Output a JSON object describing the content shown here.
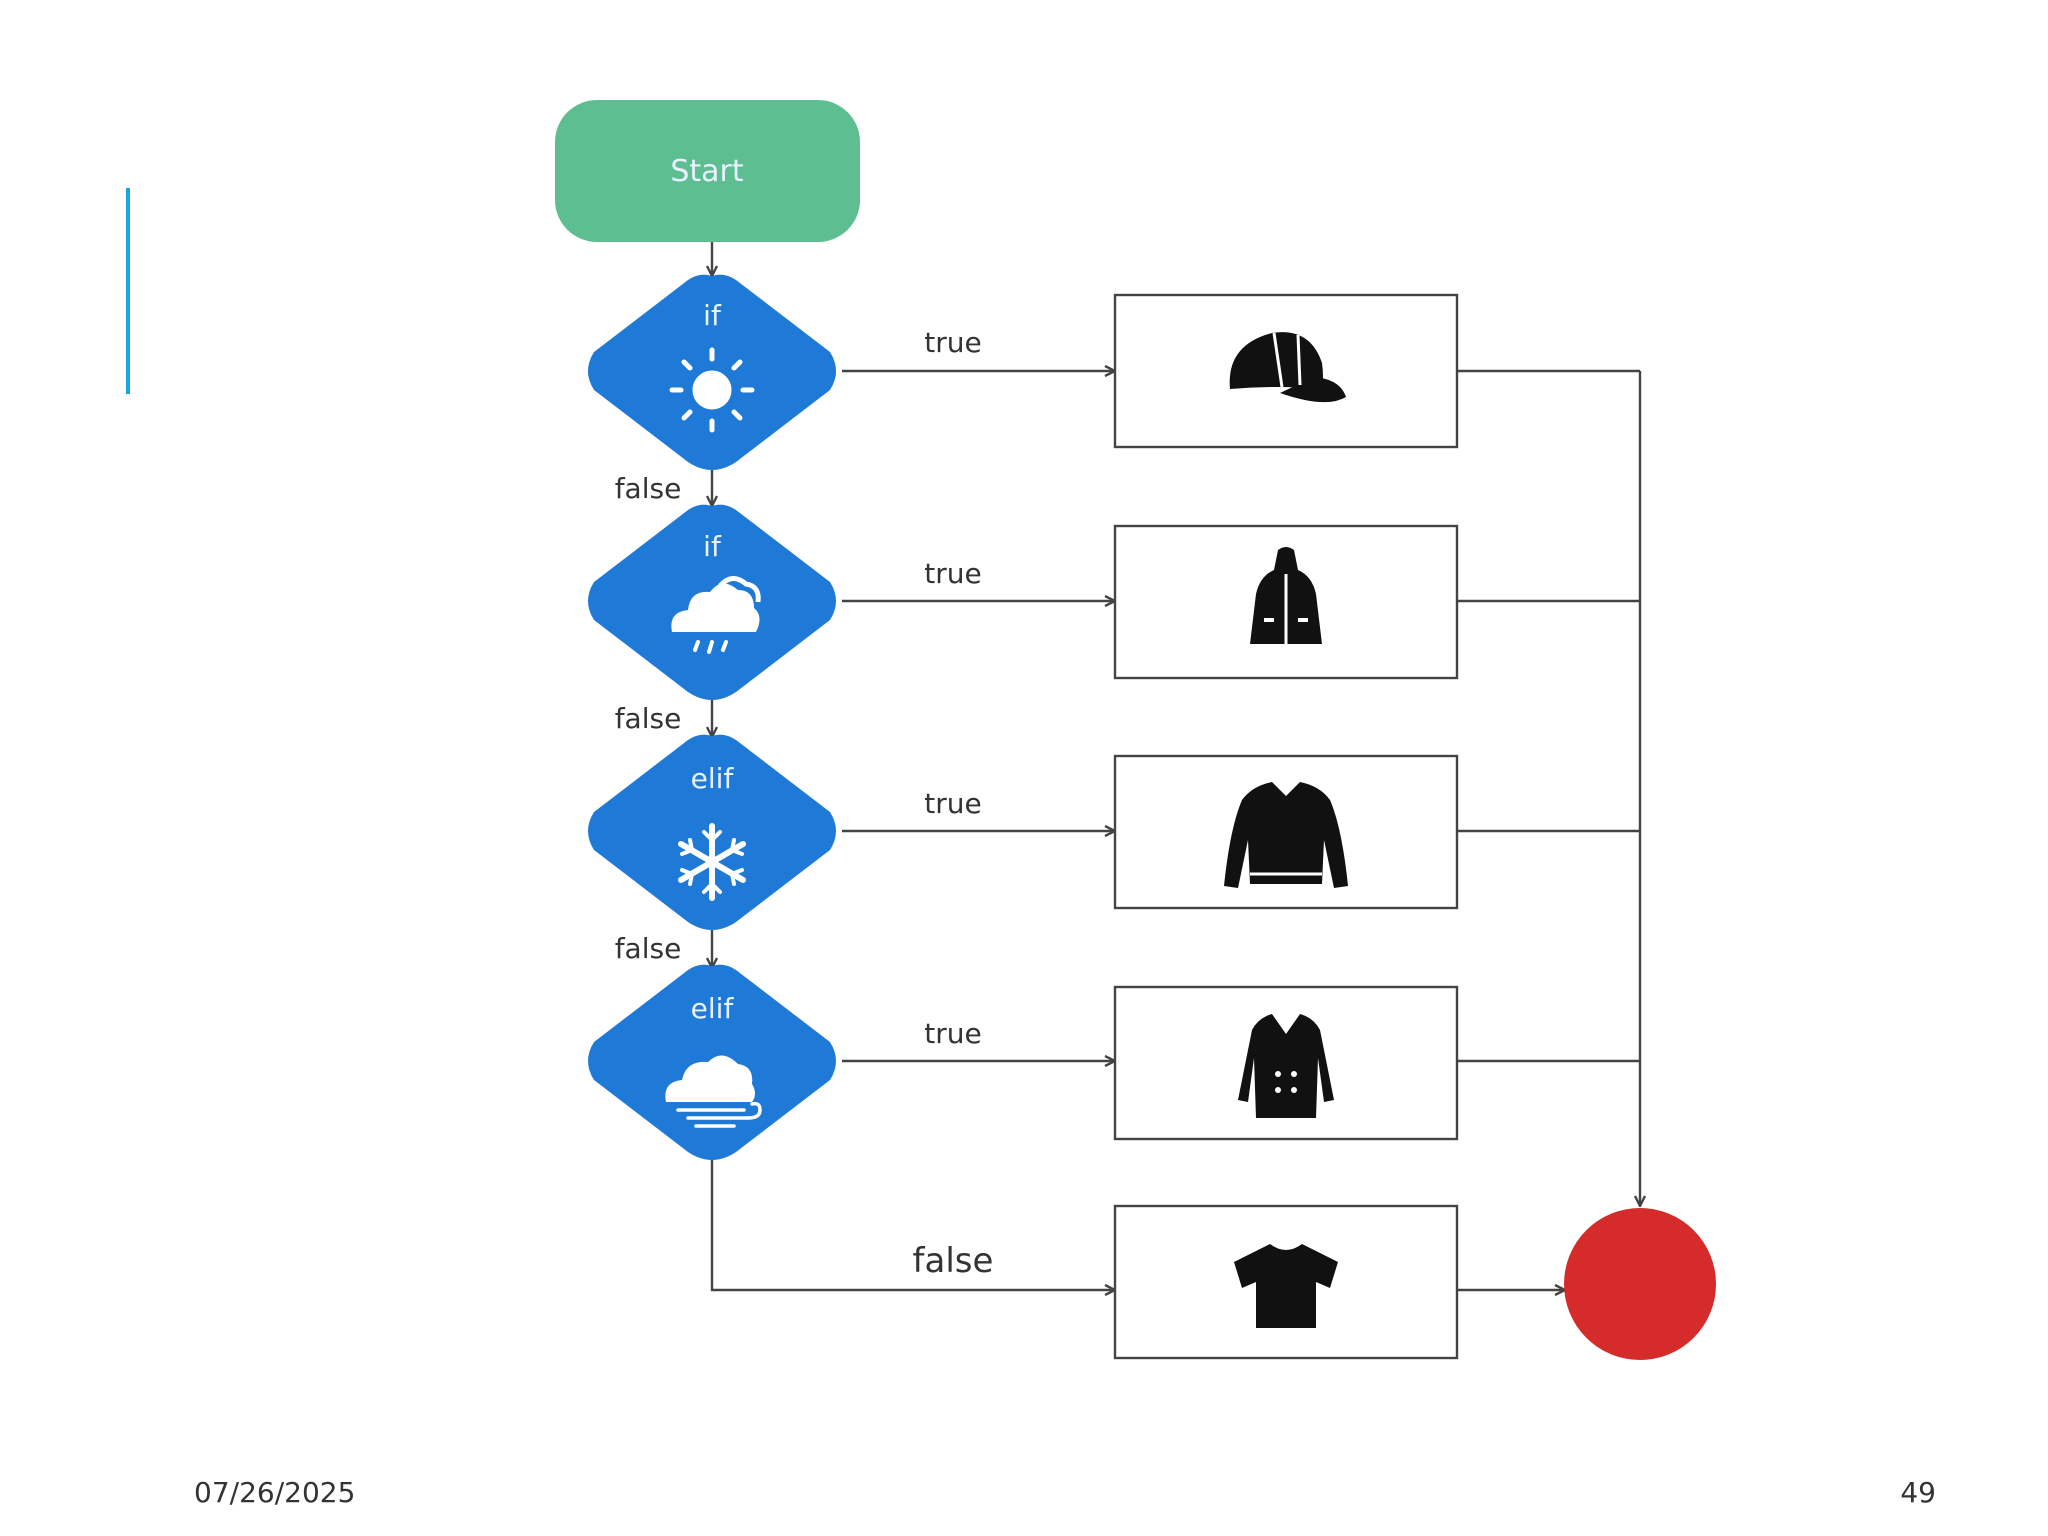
{
  "slide": {
    "date": "07/26/2025",
    "page_number": "49",
    "accent_color": "#1aa3dc"
  },
  "flowchart": {
    "start": {
      "label": "Start",
      "color": "#5dbf91"
    },
    "decisions": [
      {
        "keyword": "if",
        "icon": "sun-icon",
        "true_label": "true",
        "false_label": "false",
        "outcome_icon": "cap-icon"
      },
      {
        "keyword": "if",
        "icon": "rain-cloud-icon",
        "true_label": "true",
        "false_label": "false",
        "outcome_icon": "raincoat-icon"
      },
      {
        "keyword": "elif",
        "icon": "snowflake-icon",
        "true_label": "true",
        "false_label": "false",
        "outcome_icon": "sweater-icon"
      },
      {
        "keyword": "elif",
        "icon": "wind-cloud-icon",
        "true_label": "true",
        "false_label": "false",
        "outcome_icon": "coat-icon"
      }
    ],
    "else_branch": {
      "label": "false",
      "outcome_icon": "tshirt-icon"
    },
    "decision_color": "#1e7ad6",
    "end": {
      "color": "#d52b2b"
    }
  }
}
